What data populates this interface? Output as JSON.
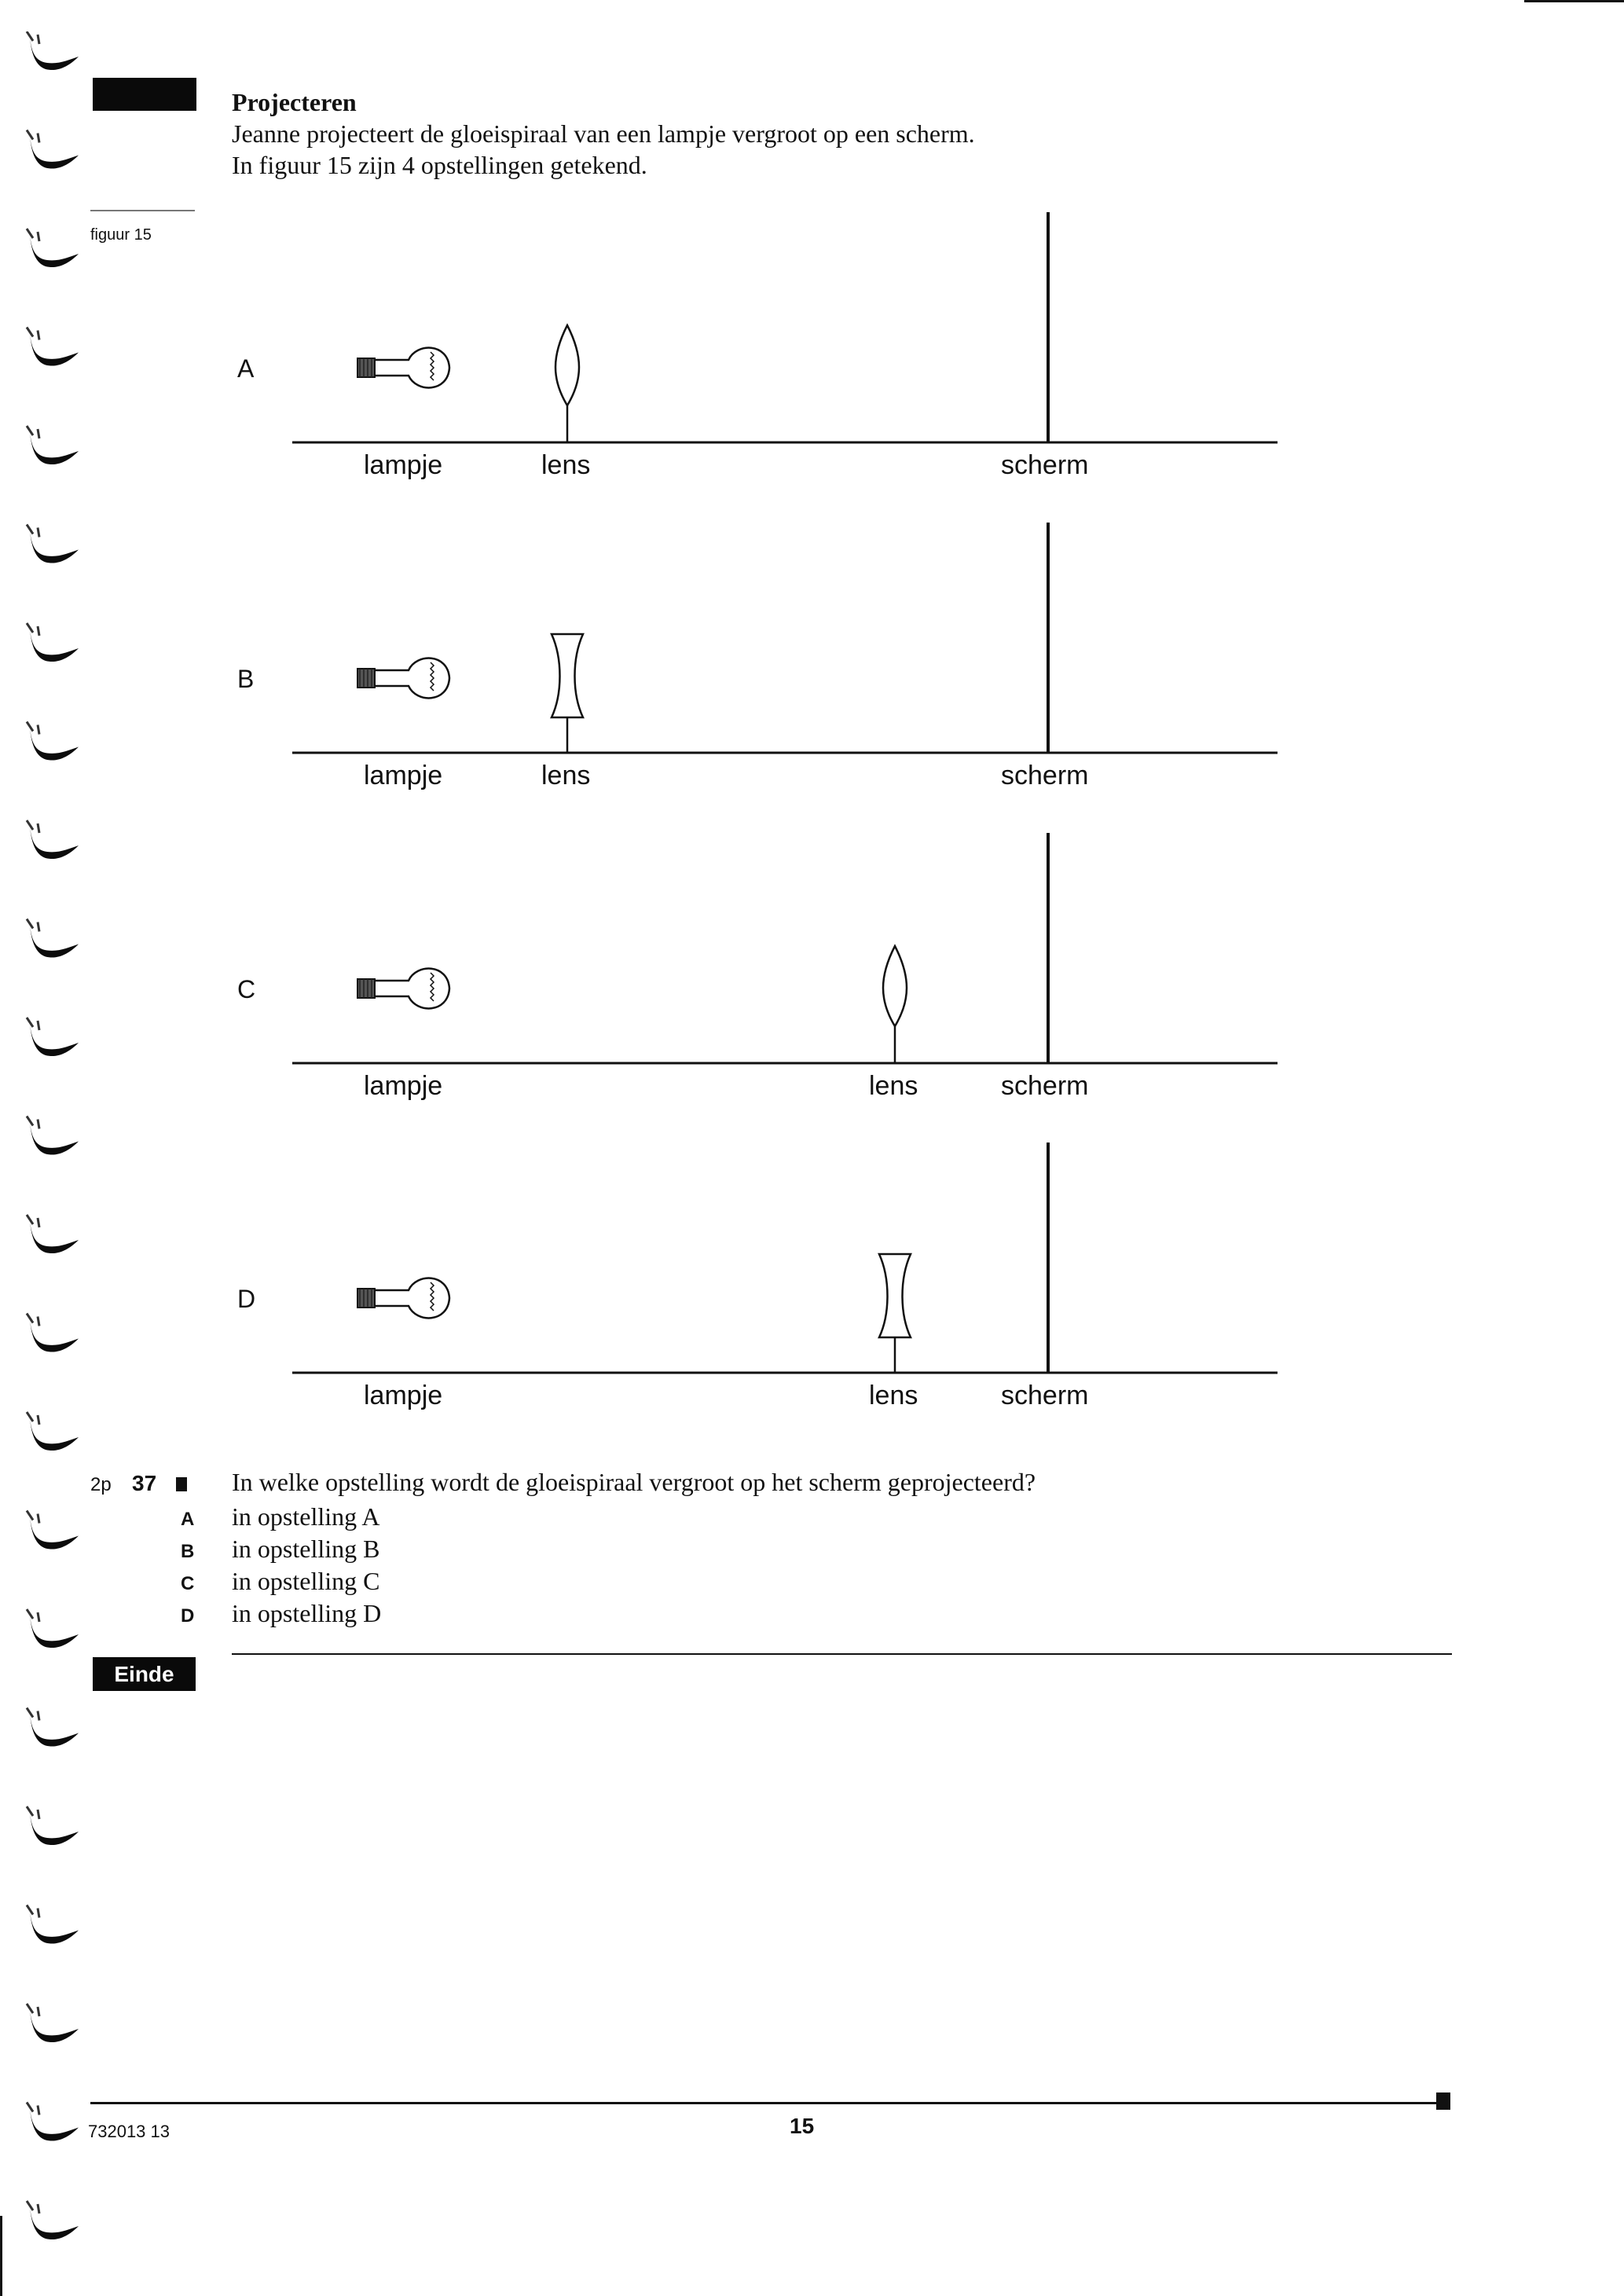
{
  "section": {
    "title": "Projecteren",
    "intro_line1": "Jeanne projecteert de gloeispiraal van een lampje vergroot op een scherm.",
    "intro_line2": "In figuur 15 zijn 4 opstellingen getekend."
  },
  "figure": {
    "label": "figuur 15",
    "setups": [
      {
        "letter": "A",
        "lens_type": "convex",
        "lens_position": "near-lamp",
        "labels": {
          "lamp": "lampje",
          "lens": "lens",
          "screen": "scherm"
        }
      },
      {
        "letter": "B",
        "lens_type": "concave",
        "lens_position": "near-lamp",
        "labels": {
          "lamp": "lampje",
          "lens": "lens",
          "screen": "scherm"
        }
      },
      {
        "letter": "C",
        "lens_type": "convex",
        "lens_position": "near-screen",
        "labels": {
          "lamp": "lampje",
          "lens": "lens",
          "screen": "scherm"
        }
      },
      {
        "letter": "D",
        "lens_type": "concave",
        "lens_position": "near-screen",
        "labels": {
          "lamp": "lampje",
          "lens": "lens",
          "screen": "scherm"
        }
      }
    ]
  },
  "question": {
    "points": "2p",
    "number": "37",
    "text": "In welke opstelling wordt de gloeispiraal vergroot op het scherm geprojecteerd?",
    "options": [
      {
        "letter": "A",
        "text": "in opstelling A"
      },
      {
        "letter": "B",
        "text": "in opstelling B"
      },
      {
        "letter": "C",
        "text": "in opstelling C"
      },
      {
        "letter": "D",
        "text": "in opstelling D"
      }
    ]
  },
  "end_label": "Einde",
  "footer": {
    "code": "732013  13",
    "page_number": "15"
  }
}
